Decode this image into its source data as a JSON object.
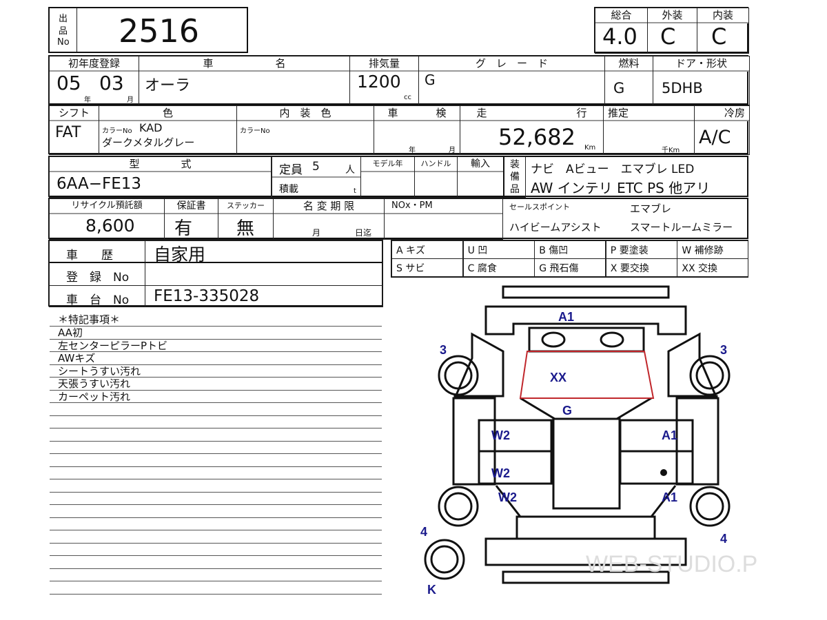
{
  "lot": {
    "label_top": "出",
    "label_mid": "品",
    "label_bot": "No",
    "number": "2516"
  },
  "grades": {
    "overall_label": "総合",
    "overall": "4.0",
    "exterior_label": "外装",
    "exterior": "C",
    "interior_label": "内装",
    "interior": "C"
  },
  "row1": {
    "first_reg_label": "初年度登録",
    "year": "05",
    "year_unit": "年",
    "month": "03",
    "month_unit": "月",
    "car_name_label_1": "車",
    "car_name_label_2": "名",
    "car_name": "オーラ",
    "displacement_label": "排気量",
    "displacement": "1200",
    "displacement_unit": "cc",
    "grade_label": "グ　レ　ー　ド",
    "grade": "G",
    "fuel_label": "燃料",
    "fuel": "G",
    "door_label": "ドア・形状",
    "door": "5DHB"
  },
  "row2": {
    "shift_label": "シフト",
    "shift": "FAT",
    "color_label": "色",
    "color_no_label": "カラーNo",
    "color_no": "KAD",
    "color_name": "ダークメタルグレー",
    "interior_color_label": "内　装　色",
    "interior_color_no_label": "カラーNo",
    "inspection_label_1": "車",
    "inspection_label_2": "検",
    "inspection_year_unit": "年",
    "inspection_month_unit": "月",
    "mileage_label_1": "走",
    "mileage_label_2": "行",
    "mileage": "52,682",
    "mileage_unit": "Km",
    "estimated_label": "推定",
    "estimated_unit": "千Km",
    "ac_label": "冷房",
    "ac": "A/C"
  },
  "row3": {
    "model_code_label": "型　　　　式",
    "model_code": "6AA−FE13",
    "capacity_label": "定員",
    "capacity": "5",
    "capacity_unit": "人",
    "load_label": "積載",
    "load_unit": "t",
    "model_year_label": "モデル年",
    "handle_label": "ハンドル",
    "import_label": "輸入",
    "equipment_label": [
      "装",
      "備",
      "品"
    ],
    "equipment_line1": "ナビ　Aビュー　エマブレ LED",
    "equipment_line2": "AW インテリ ETC PS 他アリ"
  },
  "row4": {
    "recycle_label": "リサイクル預託額",
    "recycle": "8,600",
    "warranty_label": "保証書",
    "warranty": "有",
    "sticker_label": "ステッカー",
    "sticker": "無",
    "name_change_label": "名 変 期 限",
    "name_change_month": "月",
    "name_change_day": "日迄",
    "nox_label": "NOx・PM",
    "sales_point_label": "セールスポイント",
    "sales_points": [
      "エマブレ",
      "ハイビームアシスト",
      "スマートルームミラー"
    ]
  },
  "history": {
    "history_label": "車　　歴",
    "history": "自家用",
    "reg_label": "登　録　No",
    "reg": "",
    "chassis_label": "車　台　No",
    "chassis": "FE13-335028"
  },
  "legend": [
    [
      "A キズ",
      "U 凹",
      "B 傷凹",
      "P 要塗装",
      "W 補修跡"
    ],
    [
      "S サビ",
      "C 腐食",
      "G 飛石傷",
      "X 要交換",
      "XX 交換"
    ]
  ],
  "notes": {
    "title": "＊特記事項＊",
    "items": [
      "AA初",
      "左センターピラーPトビ",
      "AWキズ",
      "シートうすい汚れ",
      "天張うすい汚れ",
      "カーペット汚れ"
    ]
  },
  "diagram": {
    "marks": {
      "front": "A1",
      "left_front_tire": "3",
      "right_front_tire": "3",
      "windshield": "XX",
      "hood_glass": "G",
      "left_front_door": "W2",
      "left_rear_door": "W2",
      "left_rear_quarter": "W2",
      "right_front_door": "A1",
      "right_rear_quarter": "A1",
      "left_rear_tire": "4",
      "right_rear_tire": "4",
      "spare": "K"
    },
    "windshield_color": "#c0262b"
  },
  "watermark": "WEB-STUDIO.PRO"
}
